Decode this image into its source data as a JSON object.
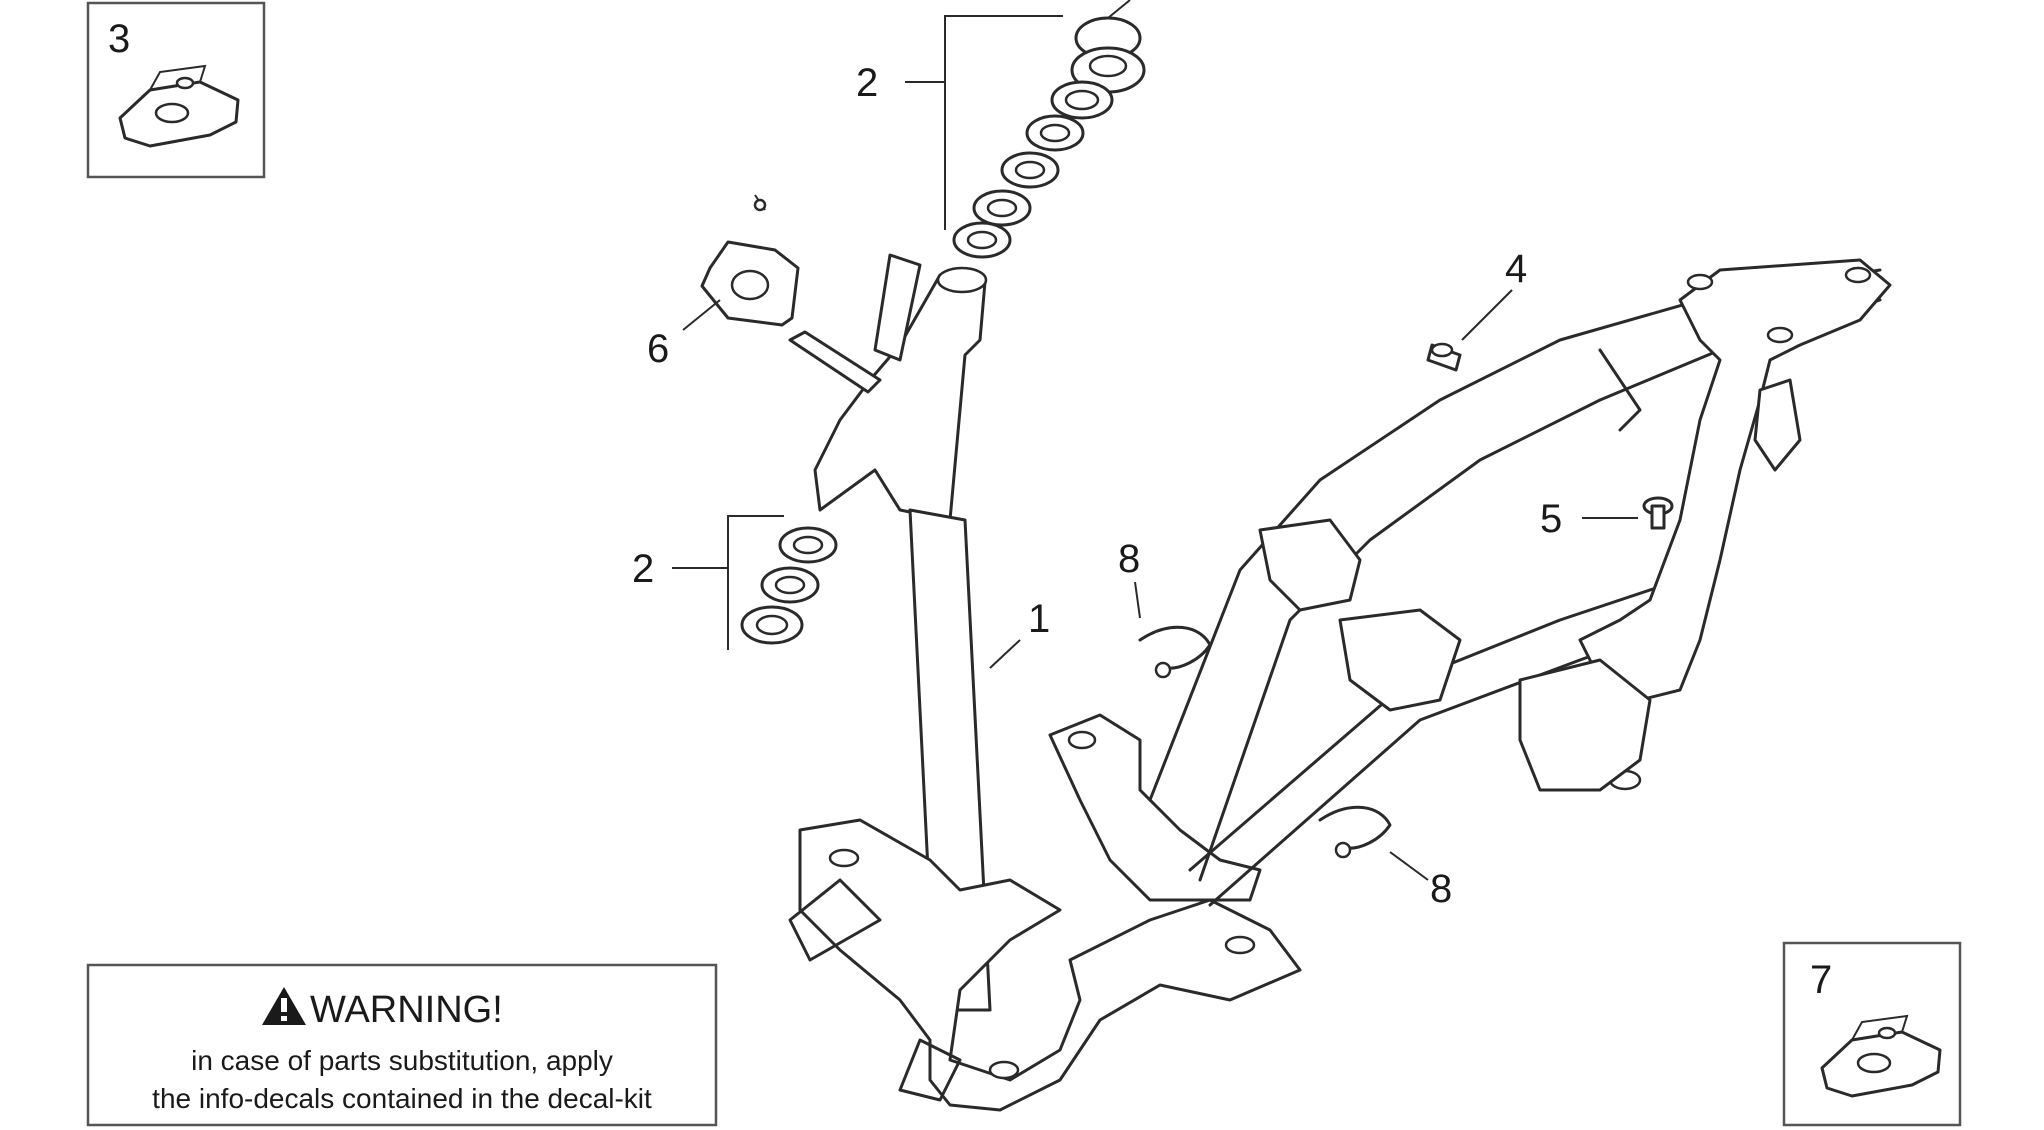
{
  "callouts": {
    "c1": "1",
    "c2a": "2",
    "c2b": "2",
    "c3": "3",
    "c4": "4",
    "c5": "5",
    "c6": "6",
    "c7": "7",
    "c8a": "8",
    "c8b": "8"
  },
  "warning": {
    "title": "WARNING!",
    "line1": "in case of parts substitution, apply",
    "line2": "the info-decals contained in the decal-kit",
    "icon": "warning-triangle-icon"
  }
}
